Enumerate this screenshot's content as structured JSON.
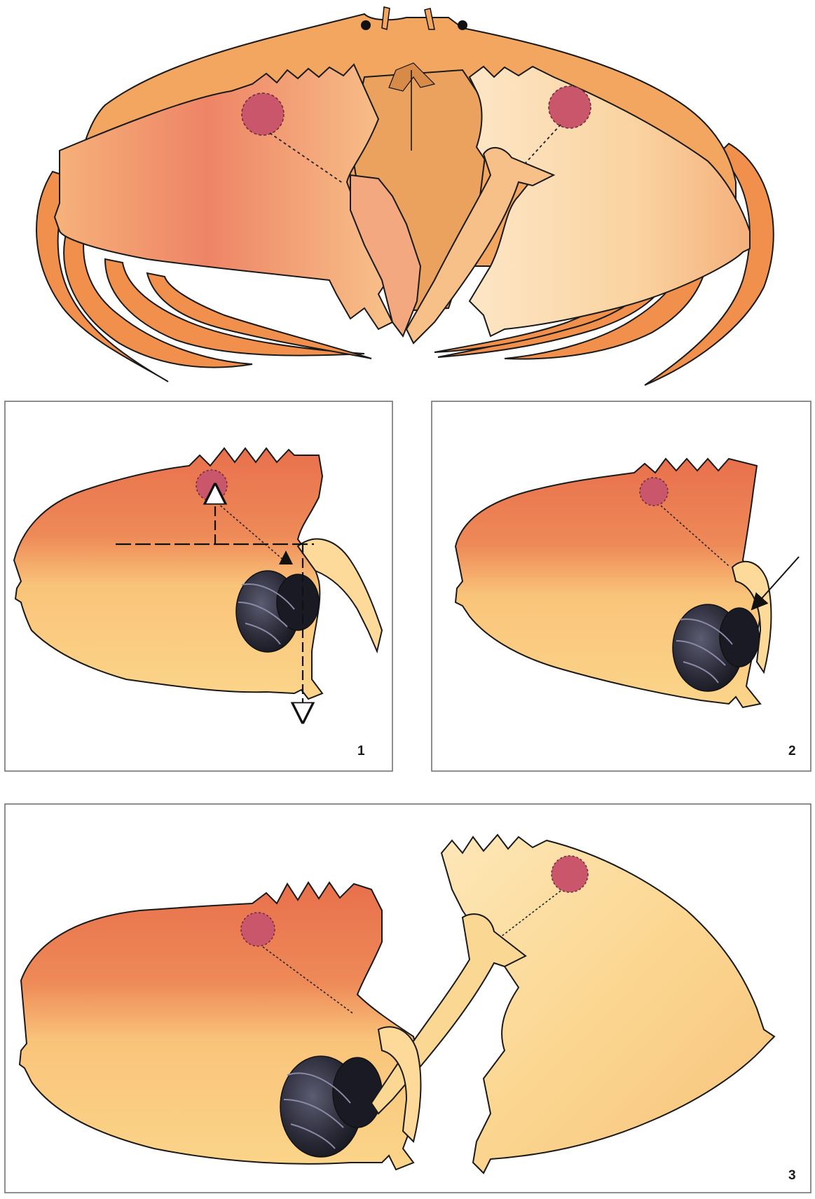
{
  "figure": {
    "panels": [
      {
        "number": "1"
      },
      {
        "number": "2"
      },
      {
        "number": "3"
      }
    ]
  },
  "colors": {
    "carapace": "#f2a45a",
    "carapace_outline": "#1a1a1a",
    "claw_red": "#e0604a",
    "claw_yellow": "#fbd27c",
    "claw_pale": "#fde9c8",
    "muscle_spot": "#c9566a",
    "snail_shell": "#2a2a38",
    "snail_highlight": "#8a8aa6"
  },
  "icons": [
    "arrow-up-hollow-icon",
    "arrow-down-hollow-icon",
    "arrow-triangle-solid-icon",
    "arrow-pointer-icon"
  ]
}
